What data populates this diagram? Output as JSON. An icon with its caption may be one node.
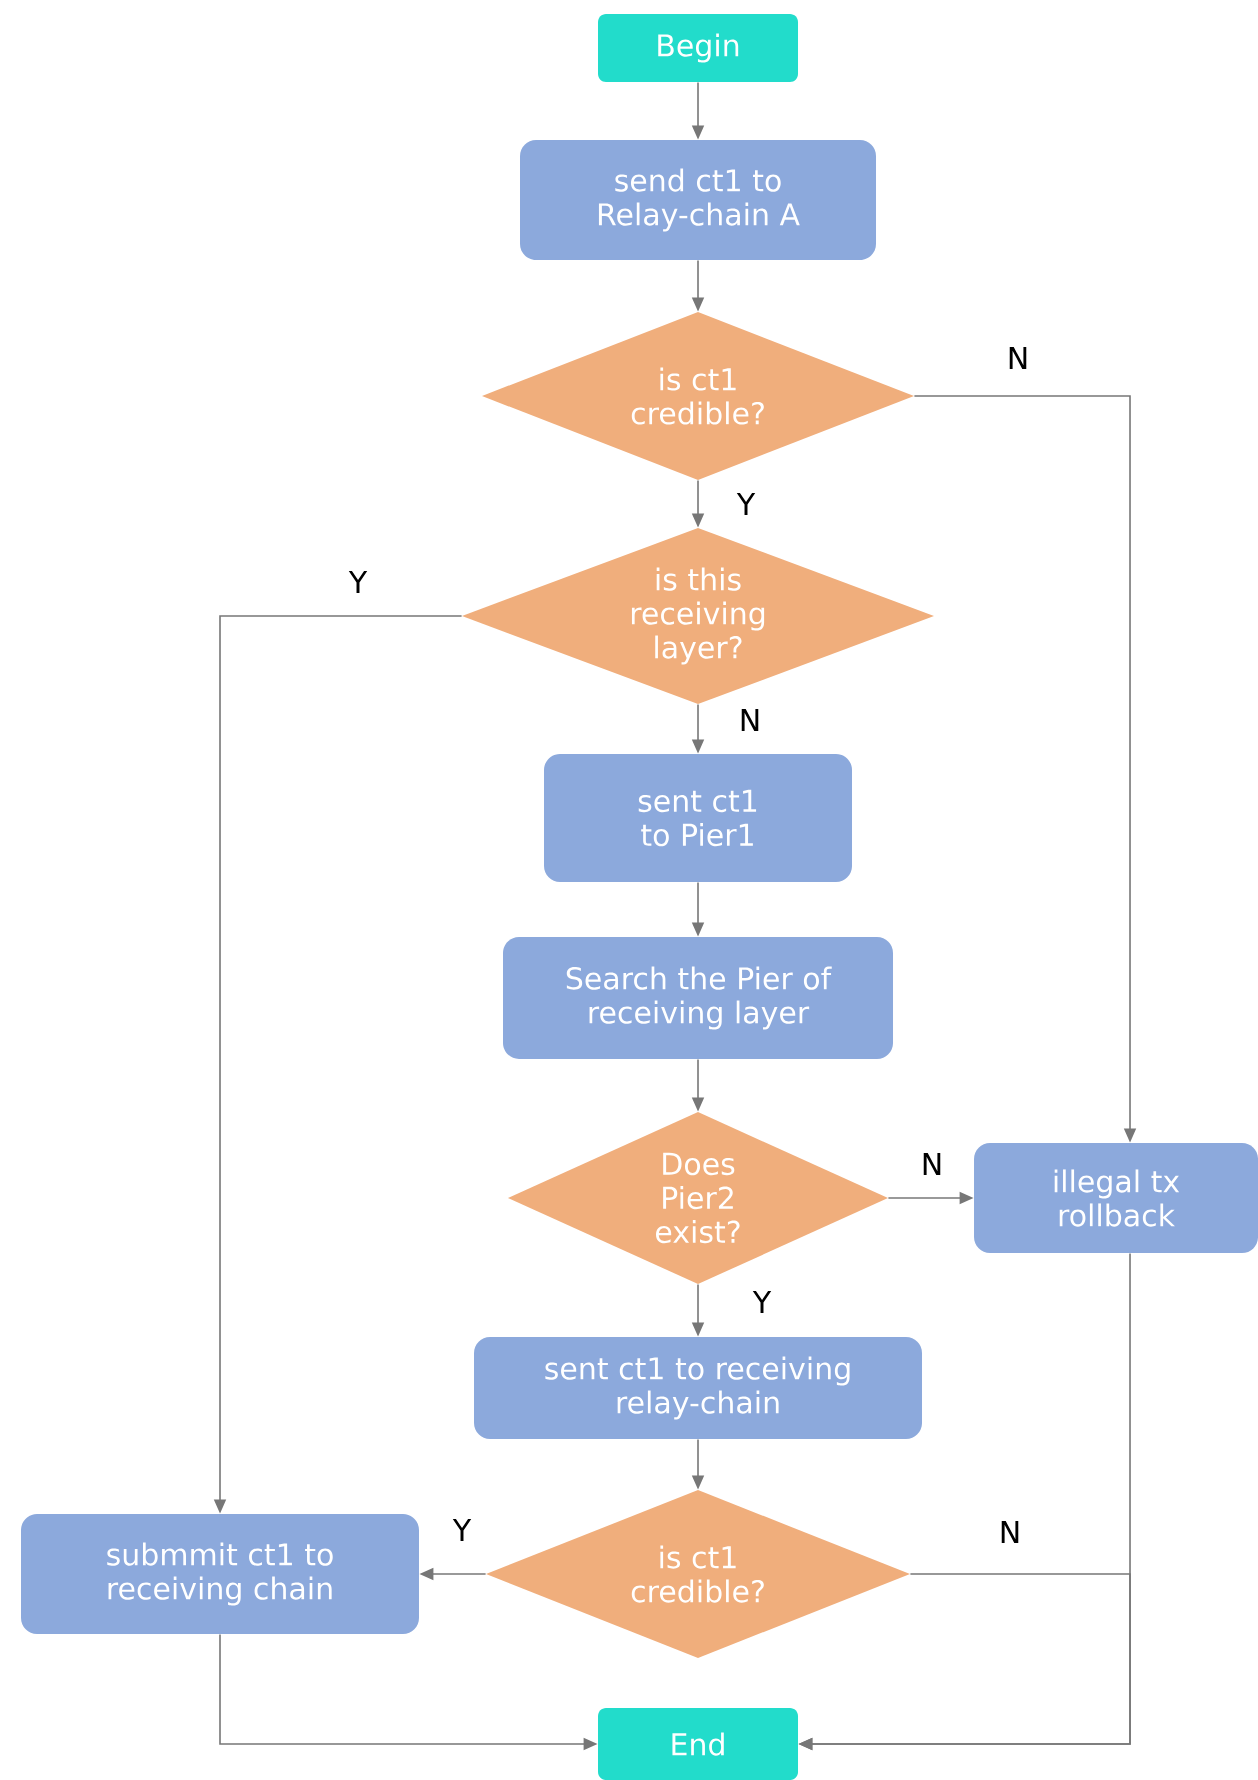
{
  "diagram": {
    "nodes": [
      {
        "text": [
          "Begin"
        ]
      },
      {
        "text": [
          "send ct1 to Relay-chain A"
        ]
      },
      {
        "text": [
          "is ct1 credible?"
        ]
      },
      {
        "text": [
          "is this receiving layer?"
        ]
      },
      {
        "text": [
          "sent ct1 to Pier1"
        ]
      },
      {
        "text": [
          "Search the Pier of receiving layer"
        ]
      },
      {
        "text": [
          "Does Pier2 exist?"
        ]
      },
      {
        "text": [
          "illegal tx rollback"
        ]
      },
      {
        "text": [
          "sent ct1 to receiving relay-chain"
        ]
      },
      {
        "text": [
          "is ct1 credible?"
        ]
      },
      {
        "text": [
          "submmit ct1 to receiving chain"
        ]
      },
      {
        "text": [
          "End"
        ]
      }
    ],
    "edges": [
      {
        "from": 0,
        "to": 1,
        "arrow": "to"
      },
      {
        "from": 1,
        "to": 2,
        "arrow": "to"
      },
      {
        "from": 2,
        "to": 7,
        "arrow": "to",
        "label": "N"
      },
      {
        "from": 2,
        "to": 3,
        "arrow": "to",
        "label": "Y"
      },
      {
        "from": 3,
        "to": 10,
        "arrow": "to",
        "label": "Y"
      },
      {
        "from": 3,
        "to": 4,
        "arrow": "to",
        "label": "N"
      },
      {
        "from": 4,
        "to": 5,
        "arrow": "to"
      },
      {
        "from": 5,
        "to": 6,
        "arrow": "to"
      },
      {
        "from": 6,
        "to": 7,
        "arrow": "to",
        "label": "N"
      },
      {
        "from": 6,
        "to": 8,
        "arrow": "to",
        "label": "Y"
      },
      {
        "from": 8,
        "to": 9,
        "arrow": "to"
      },
      {
        "from": 9,
        "to": 10,
        "arrow": "to",
        "label": "Y"
      },
      {
        "from": 9,
        "to": 11,
        "arrow": "to",
        "label": "N"
      },
      {
        "from": 7,
        "to": 11,
        "arrow": "to"
      },
      {
        "from": 10,
        "to": 11,
        "arrow": "to"
      }
    ]
  }
}
